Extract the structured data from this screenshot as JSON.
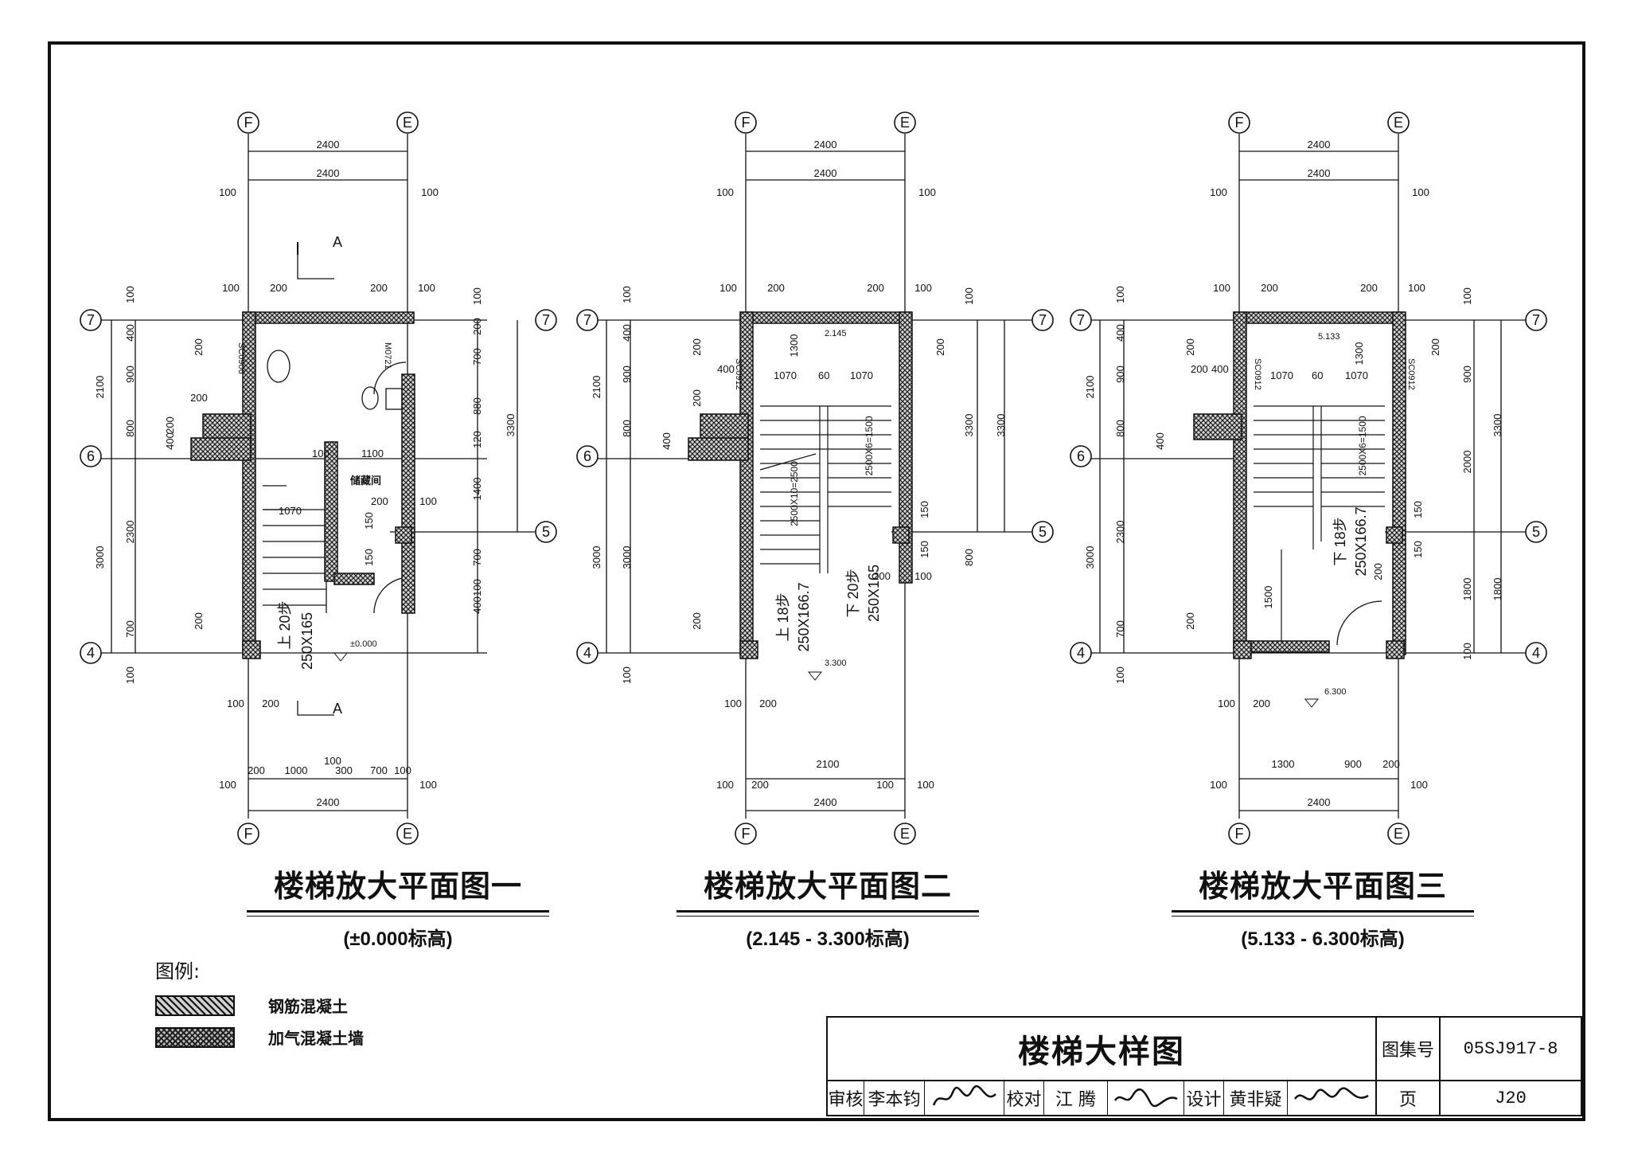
{
  "plans": [
    {
      "title": "楼梯放大平面图一",
      "subtitle": "(±0.000标高)",
      "axes": {
        "f": "F",
        "e": "E",
        "seven": "7",
        "six": "6",
        "five": "5",
        "four": "4"
      },
      "dims_top": {
        "a": "2400",
        "b": "2400",
        "c": "100",
        "d": "100",
        "e": "100",
        "f": "200",
        "g": "200",
        "h": "100"
      },
      "dims_bottom": {
        "a": "100",
        "b": "200",
        "c": "200",
        "d": "1000",
        "e": "100",
        "f": "300",
        "g": "700",
        "h": "100",
        "i": "100",
        "j": "2400",
        "k": "100"
      },
      "dims_left": {
        "a": "100",
        "b": "400",
        "c": "900",
        "d": "800",
        "e": "2300",
        "f": "700",
        "g": "100",
        "h": "2100",
        "i": "3000",
        "j": "200",
        "k": "200",
        "l": "400",
        "m": "200",
        "n": "200"
      },
      "dims_right": {
        "a": "100",
        "b": "200",
        "c": "700",
        "d": "880",
        "e": "120",
        "f": "1400",
        "g": "700",
        "h": "100",
        "i": "400",
        "j": "3300",
        "k": "100",
        "l": "150",
        "m": "150"
      },
      "notes": {
        "sec": "A",
        "win": "SC0906",
        "door": "M0721",
        "room_w": "1100",
        "storage": "储藏间",
        "s200": "200",
        "s100": "100",
        "flight": "1070",
        "stair": "上 20步",
        "tread": "250X165",
        "level": "±0.000"
      }
    },
    {
      "title": "楼梯放大平面图二",
      "subtitle": "(2.145 - 3.300标高)",
      "axes": {
        "f": "F",
        "e": "E",
        "seven": "7",
        "six": "6",
        "five": "5",
        "four": "4"
      },
      "dims_top": {
        "a": "2400",
        "b": "2400",
        "c": "100",
        "d": "100",
        "e": "100",
        "f": "200",
        "g": "200",
        "h": "100"
      },
      "dims_bottom": {
        "a": "100",
        "b": "200",
        "c": "2100",
        "d": "100",
        "e": "100",
        "f": "200",
        "g": "2400",
        "h": "100"
      },
      "dims_left": {
        "a": "100",
        "b": "400",
        "c": "900",
        "d": "800",
        "e": "3000",
        "f": "100",
        "g": "2100",
        "h": "3000",
        "i": "200",
        "j": "400",
        "k": "200",
        "l": "400",
        "m": "200"
      },
      "dims_right": {
        "a": "100",
        "b": "200",
        "c": "3300",
        "d": "800",
        "e": "100",
        "f": "3300",
        "g": "150",
        "h": "150",
        "i": "200"
      },
      "notes": {
        "win": "SC0912",
        "lvl1": "2.145",
        "d1300": "1300",
        "w1": "1070",
        "w2": "60",
        "w3": "1070",
        "hr1": "2500X10=2500",
        "hr2": "2500X6=1500",
        "up": "上 18步",
        "up_t": "250X166.7",
        "down": "下 20步",
        "down_t": "250X165",
        "level": "3.300"
      }
    },
    {
      "title": "楼梯放大平面图三",
      "subtitle": "(5.133 - 6.300标高)",
      "axes": {
        "f": "F",
        "e": "E",
        "seven": "7",
        "six": "6",
        "five": "5",
        "four": "4"
      },
      "dims_top": {
        "a": "2400",
        "b": "2400",
        "c": "100",
        "d": "100",
        "e": "100",
        "f": "200",
        "g": "200",
        "h": "100"
      },
      "dims_bottom": {
        "a": "100",
        "b": "200",
        "c": "1300",
        "d": "900",
        "e": "200",
        "f": "100",
        "g": "2400",
        "h": "100"
      },
      "dims_left": {
        "a": "100",
        "b": "400",
        "c": "900",
        "d": "800",
        "e": "2300",
        "f": "700",
        "g": "100",
        "h": "2100",
        "i": "3000",
        "j": "200",
        "k": "400",
        "l": "200"
      },
      "dims_right": {
        "a": "100",
        "b": "200",
        "c": "900",
        "d": "2000",
        "e": "1800",
        "f": "100",
        "g": "3300",
        "h": "1800",
        "i": "150",
        "j": "150",
        "k": "200"
      },
      "notes": {
        "win1": "SC0912",
        "win2": "SC0912",
        "lvl1": "5.133",
        "d1300": "1300",
        "w1": "1070",
        "w2": "60",
        "w3": "1070",
        "w4": "200",
        "w5": "400",
        "hr": "2500X6=1500",
        "down": "下 18步",
        "down_t": "250X166.7",
        "h1500": "1500",
        "level": "6.300"
      }
    }
  ],
  "legend": {
    "heading": "图例:",
    "items": [
      {
        "label": "钢筋混凝土"
      },
      {
        "label": "加气混凝土墙"
      }
    ]
  },
  "titleblock": {
    "drawing_name": "楼梯大样图",
    "atlas_label": "图集号",
    "atlas_value": "05SJ917-8",
    "page_label": "页",
    "page_value": "J20",
    "review_label": "审核",
    "reviewer": "李本钧",
    "check_label": "校对",
    "checker": "江 腾",
    "design_label": "设计",
    "designer": "黄非疑"
  },
  "colors": {
    "line": "#111111",
    "hatch_light": "#cfcfcf",
    "hatch_dark": "#bdbdbd"
  }
}
